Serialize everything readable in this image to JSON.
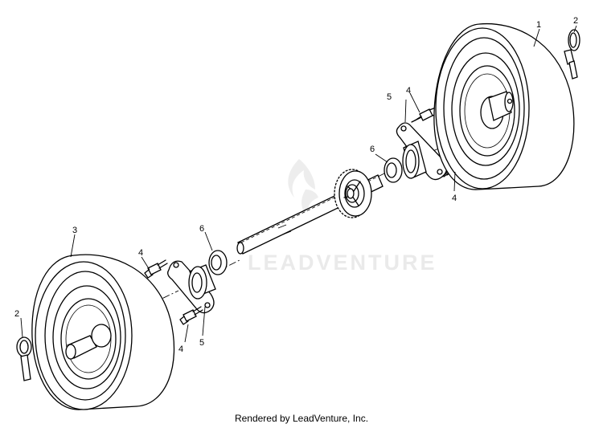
{
  "watermark": {
    "text": "LEADVENTURE"
  },
  "callouts": {
    "wheel_right": "1",
    "pin_right": "2",
    "pin_left": "2",
    "wheel_left": "3",
    "bolt_right_top": "4",
    "bolt_right_bottom": "4",
    "bolt_left_top": "4",
    "bolt_left_bottom": "4",
    "bearing_flange_right": "5",
    "bearing_flange_left": "5",
    "washer_right": "6",
    "washer_left": "6"
  },
  "caption": "Rendered by LeadVenture, Inc."
}
